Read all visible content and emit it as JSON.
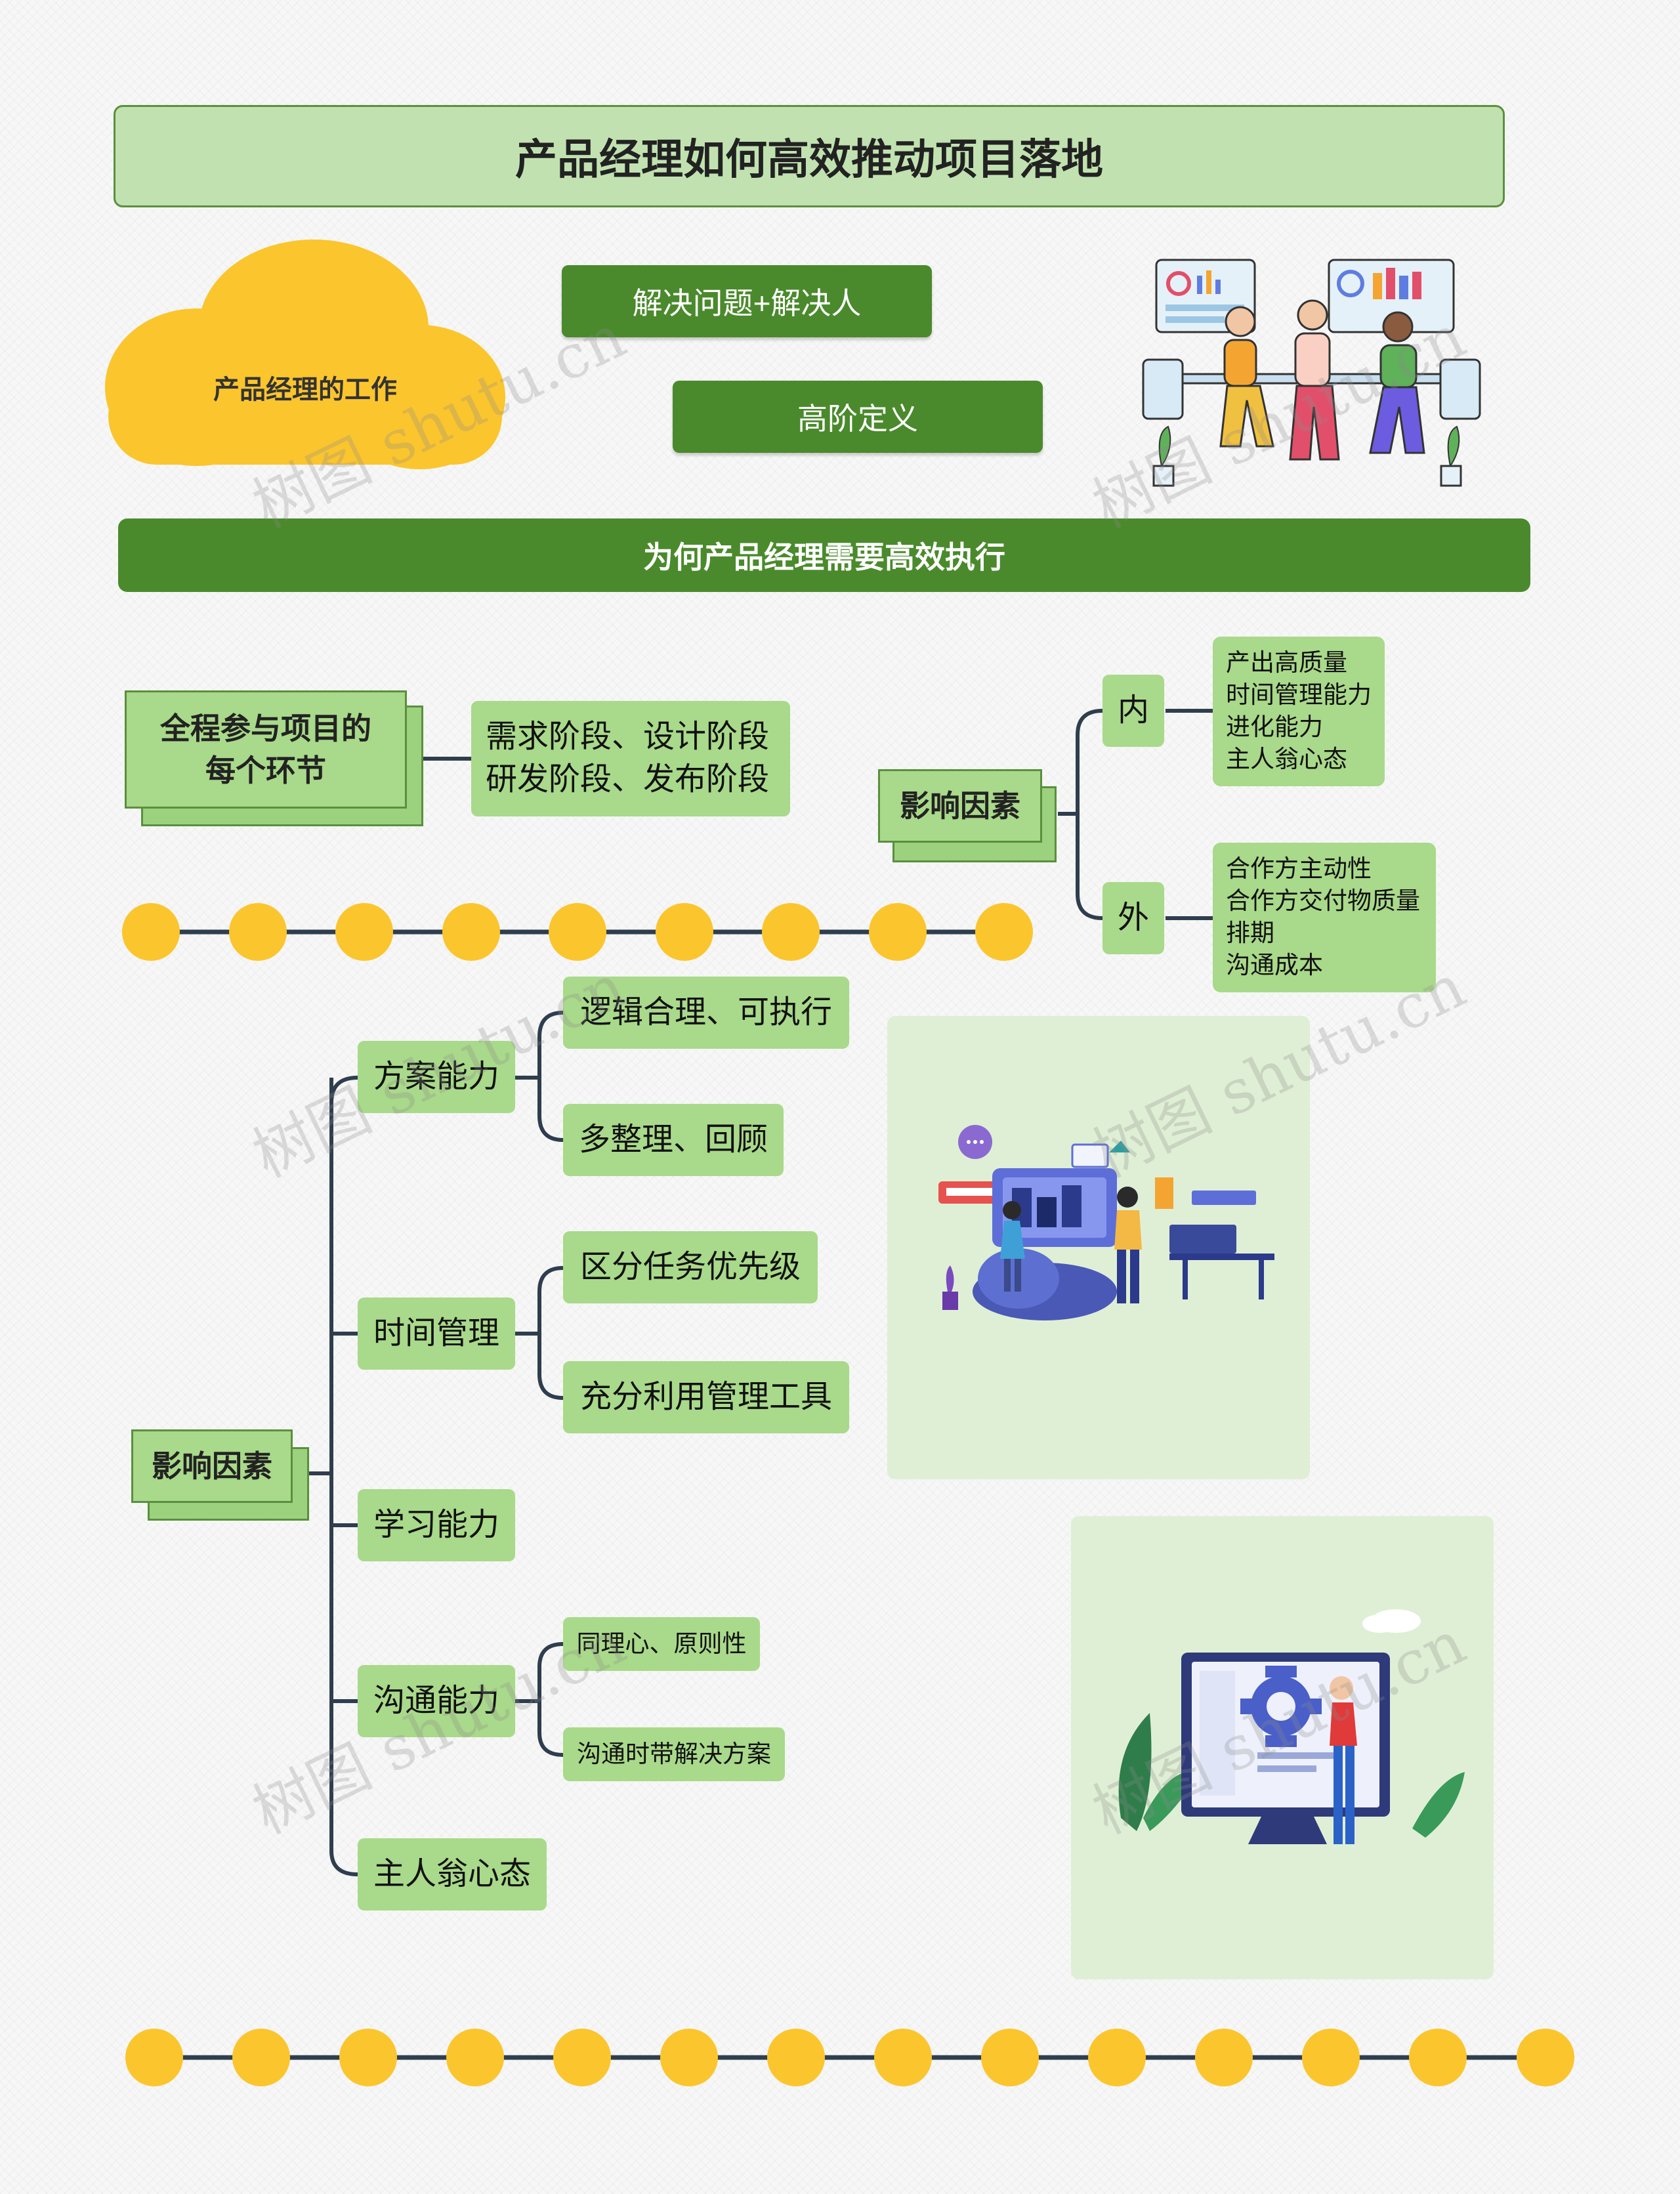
{
  "title": "产品经理如何高效推动项目落地",
  "cloud": {
    "label": "产品经理的工作",
    "color": "#fbc52e"
  },
  "header_buttons": [
    "解决问题+解决人",
    "高阶定义"
  ],
  "section": {
    "title": "为何产品经理需要高效执行"
  },
  "participate": {
    "node": "全程参与项目的\n每个环节",
    "stages": "需求阶段、设计阶段\n研发阶段、发布阶段"
  },
  "influence_top": {
    "node": "影响因素",
    "inner": {
      "label": "内",
      "items": [
        "产出高质量",
        "时间管理能力",
        "进化能力",
        "主人翁心态"
      ]
    },
    "outer": {
      "label": "外",
      "items": [
        "合作方主动性",
        "合作方交付物质量",
        "排期",
        "沟通成本"
      ]
    }
  },
  "influence_bottom": {
    "node": "影响因素",
    "branches": [
      {
        "label": "方案能力",
        "children": [
          "逻辑合理、可执行",
          "多整理、回顾"
        ]
      },
      {
        "label": "时间管理",
        "children": [
          "区分任务优先级",
          "充分利用管理工具"
        ]
      },
      {
        "label": "学习能力",
        "children": []
      },
      {
        "label": "沟通能力",
        "children": [
          "同理心、原则性",
          "沟通时带解决方案"
        ]
      },
      {
        "label": "主人翁心态",
        "children": []
      }
    ]
  },
  "watermark": "树图 shutu.cn",
  "colors": {
    "accent_green": "#4a8a2c",
    "node_green": "#a9d98a",
    "title_green": "#c1e2b0",
    "dot_yellow": "#fbc52e",
    "line": "#2f3e4e"
  }
}
